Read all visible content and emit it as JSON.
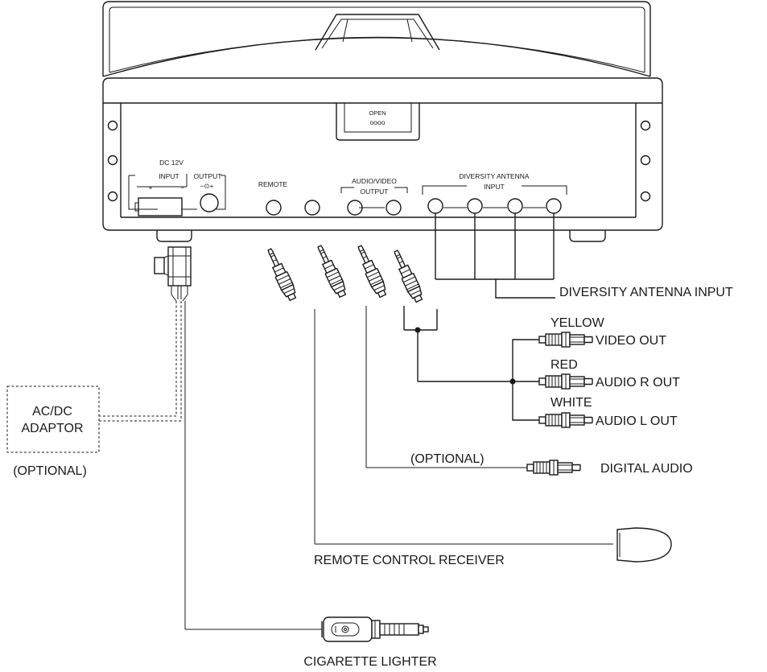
{
  "device": {
    "open_label": "OPEN",
    "open_dots": "oooo",
    "dc_label": "DC 12V",
    "input_label": "INPUT",
    "plus": "+",
    "minus": "−",
    "output_label": "OUTPUT",
    "output_polarity": "−⊙+",
    "remote_label": "REMOTE",
    "av_output_line1": "AUDIO/VIDEO",
    "av_output_line2": "OUTPUT",
    "antenna_line1": "DIVERSITY ANTENNA",
    "antenna_line2": "INPUT"
  },
  "labels": {
    "diversity_antenna_input": "DIVERSITY ANTENNA INPUT",
    "yellow": "YELLOW",
    "video_out": "VIDEO OUT",
    "red": "RED",
    "audio_r_out": "AUDIO R OUT",
    "white": "WHITE",
    "audio_l_out": "AUDIO L OUT",
    "optional_digital": "(OPTIONAL)",
    "digital_audio": "DIGITAL AUDIO",
    "remote_control_receiver": "REMOTE CONTROL RECEIVER",
    "cigarette_lighter": "CIGARETTE LIGHTER",
    "adaptor_line1": "AC/DC",
    "adaptor_line2": "ADAPTOR",
    "optional_adaptor": "(OPTIONAL)"
  }
}
